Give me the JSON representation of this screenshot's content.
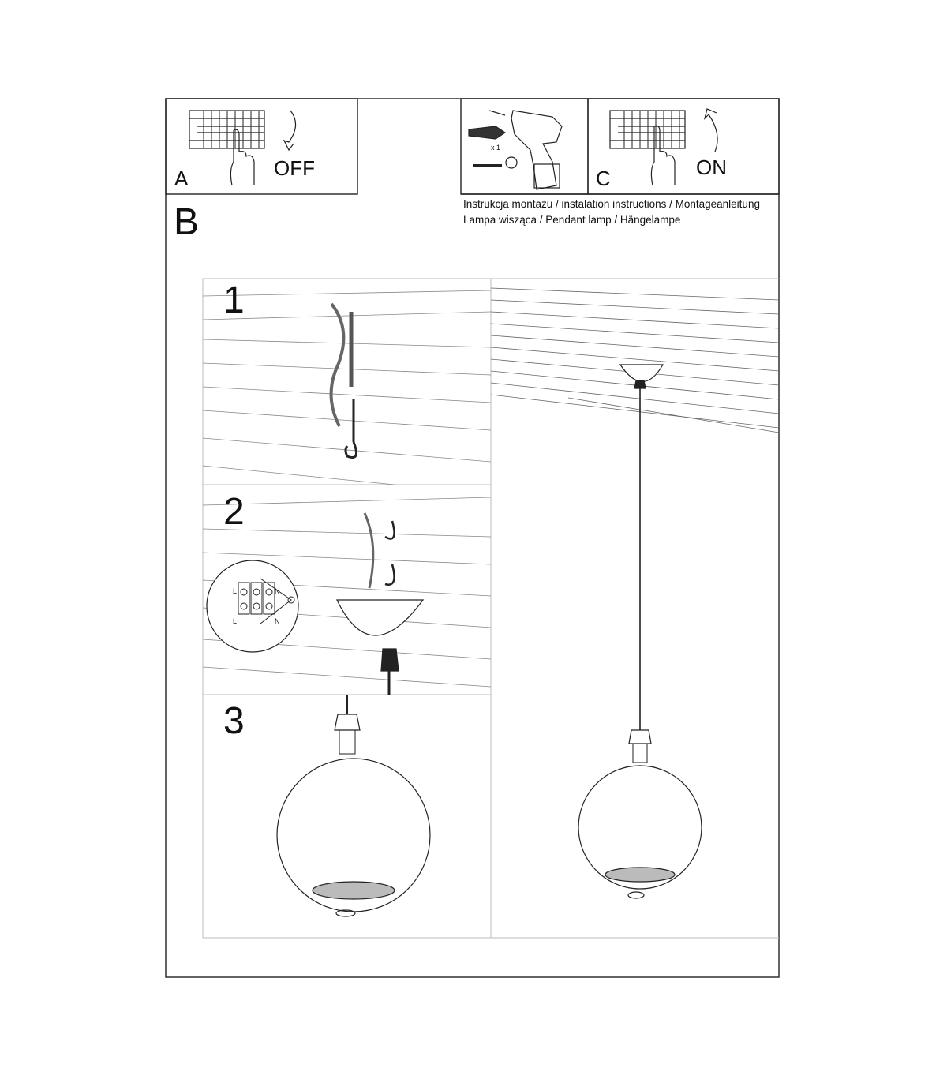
{
  "step_a": {
    "letter": "A",
    "action": "OFF"
  },
  "tools": {
    "quantity": "x 1"
  },
  "step_c": {
    "letter": "C",
    "action": "ON"
  },
  "header": {
    "line1": "Instrukcja montażu / instalation instructions / Montageanleitung",
    "line2": "Lampa wisząca / Pendant lamp / Hängelampe"
  },
  "step_b": {
    "letter": "B"
  },
  "panels": [
    {
      "number": "1"
    },
    {
      "number": "2"
    },
    {
      "number": "3"
    }
  ],
  "wiring": {
    "live_top": "L",
    "neutral_top": "N",
    "live_bottom": "L",
    "neutral_bottom": "N"
  }
}
